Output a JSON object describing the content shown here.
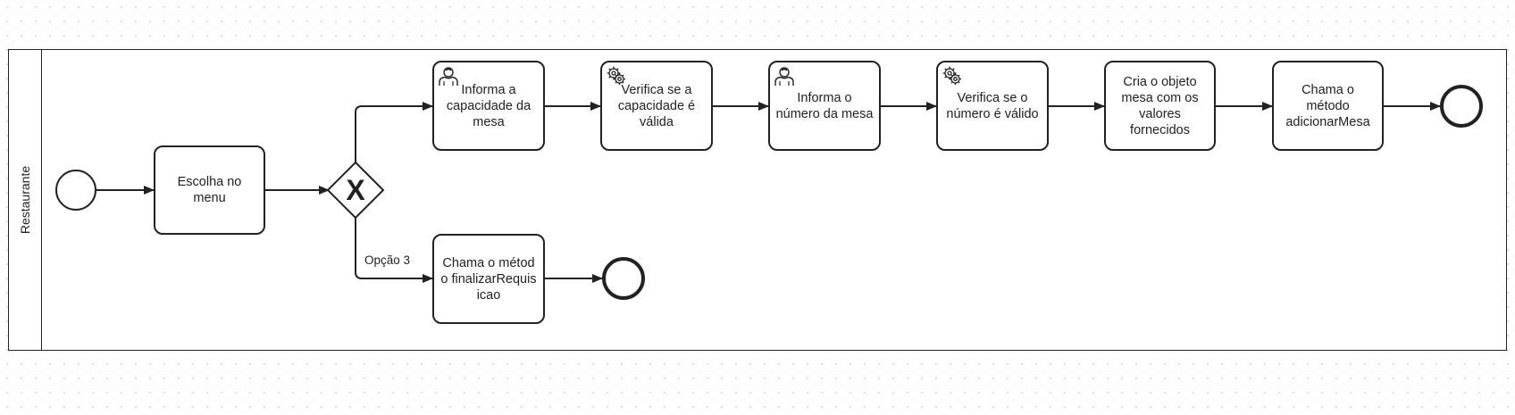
{
  "pool": {
    "label": "Restaurante"
  },
  "tasks": {
    "choose_menu": "Escolha no menu",
    "inform_capacity": "Informa a capacidade da mesa",
    "verify_capacity": "Verifica se a capacidade é válida",
    "inform_number": "Informa o número da mesa",
    "verify_number": "Verifica se o número é válido",
    "create_table": "Cria o objeto mesa com os valores fornecidos",
    "call_add": "Chama o método adicionarMesa",
    "call_finalize": "Chama o método finalizarRequisicao"
  },
  "gateway": {
    "symbol": "X"
  },
  "flow_labels": {
    "option3": "Opção 3"
  },
  "icons": {
    "inform_capacity": "user-icon",
    "verify_capacity": "gear-icon",
    "inform_number": "user-icon",
    "verify_number": "gear-icon"
  },
  "colors": {
    "stroke": "#222222",
    "background_dots": "#d6d6d6"
  }
}
